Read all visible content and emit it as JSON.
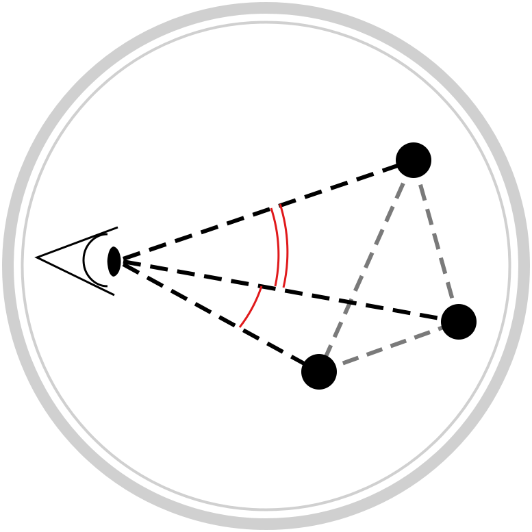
{
  "colors": {
    "background": "#ffffff",
    "frame": "#d0d0d0",
    "sight_line": "#000000",
    "edge": "#7a7a7a",
    "angle_arc": "#e0191b",
    "point": "#000000",
    "eye": "#000000"
  },
  "icons": {
    "eye": "eye-icon"
  },
  "elements": {
    "points": 3,
    "sight_lines": 3,
    "triangle_edges": 3,
    "angle_markers": 2
  }
}
